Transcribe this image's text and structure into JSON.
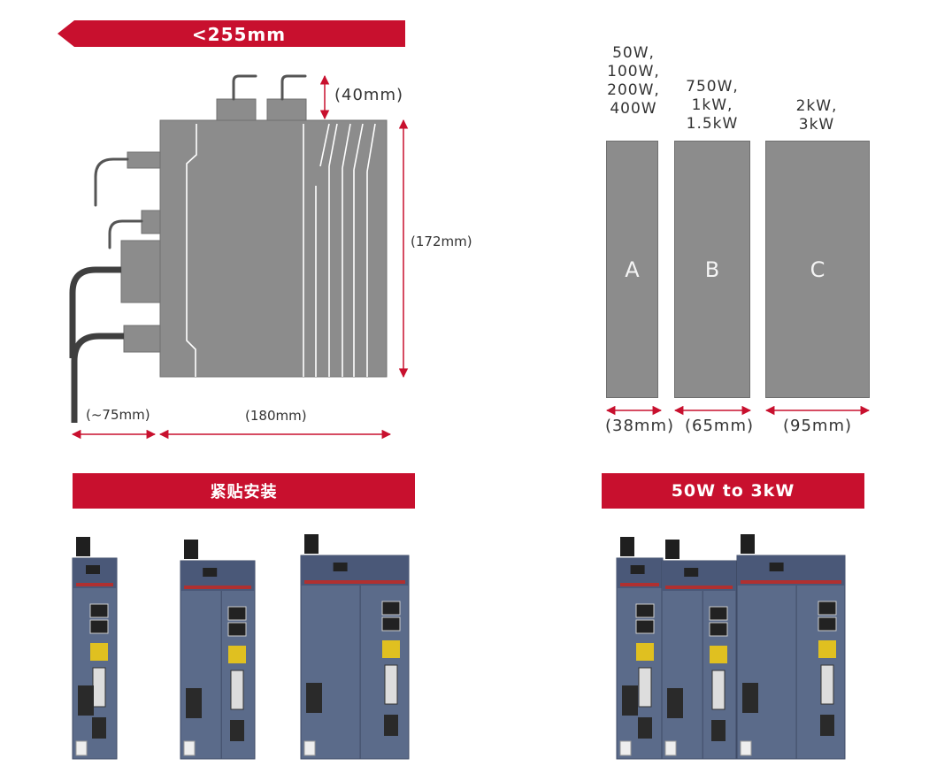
{
  "top_banner": {
    "label": "<255mm"
  },
  "side_view": {
    "height_top_label": "(40mm)",
    "height_main_label": "(172mm)",
    "cable_depth_label": "(~75mm)",
    "body_depth_label": "(180mm)"
  },
  "width_groups": [
    {
      "id": "A",
      "power": "50W,\n100W,\n200W,\n400W",
      "width_label": "(38mm)"
    },
    {
      "id": "B",
      "power": "750W,\n1kW,\n1.5kW",
      "width_label": "(65mm)"
    },
    {
      "id": "C",
      "power": "2kW,\n3kW",
      "width_label": "(95mm)"
    }
  ],
  "mounting_banner": {
    "label": "紧贴安装"
  },
  "range_banner": {
    "label": "50W to 3kW"
  },
  "colors": {
    "accent": "#c8102e",
    "body_gray": "#8c8c8c",
    "drive_panel": "#5b6b8a"
  }
}
